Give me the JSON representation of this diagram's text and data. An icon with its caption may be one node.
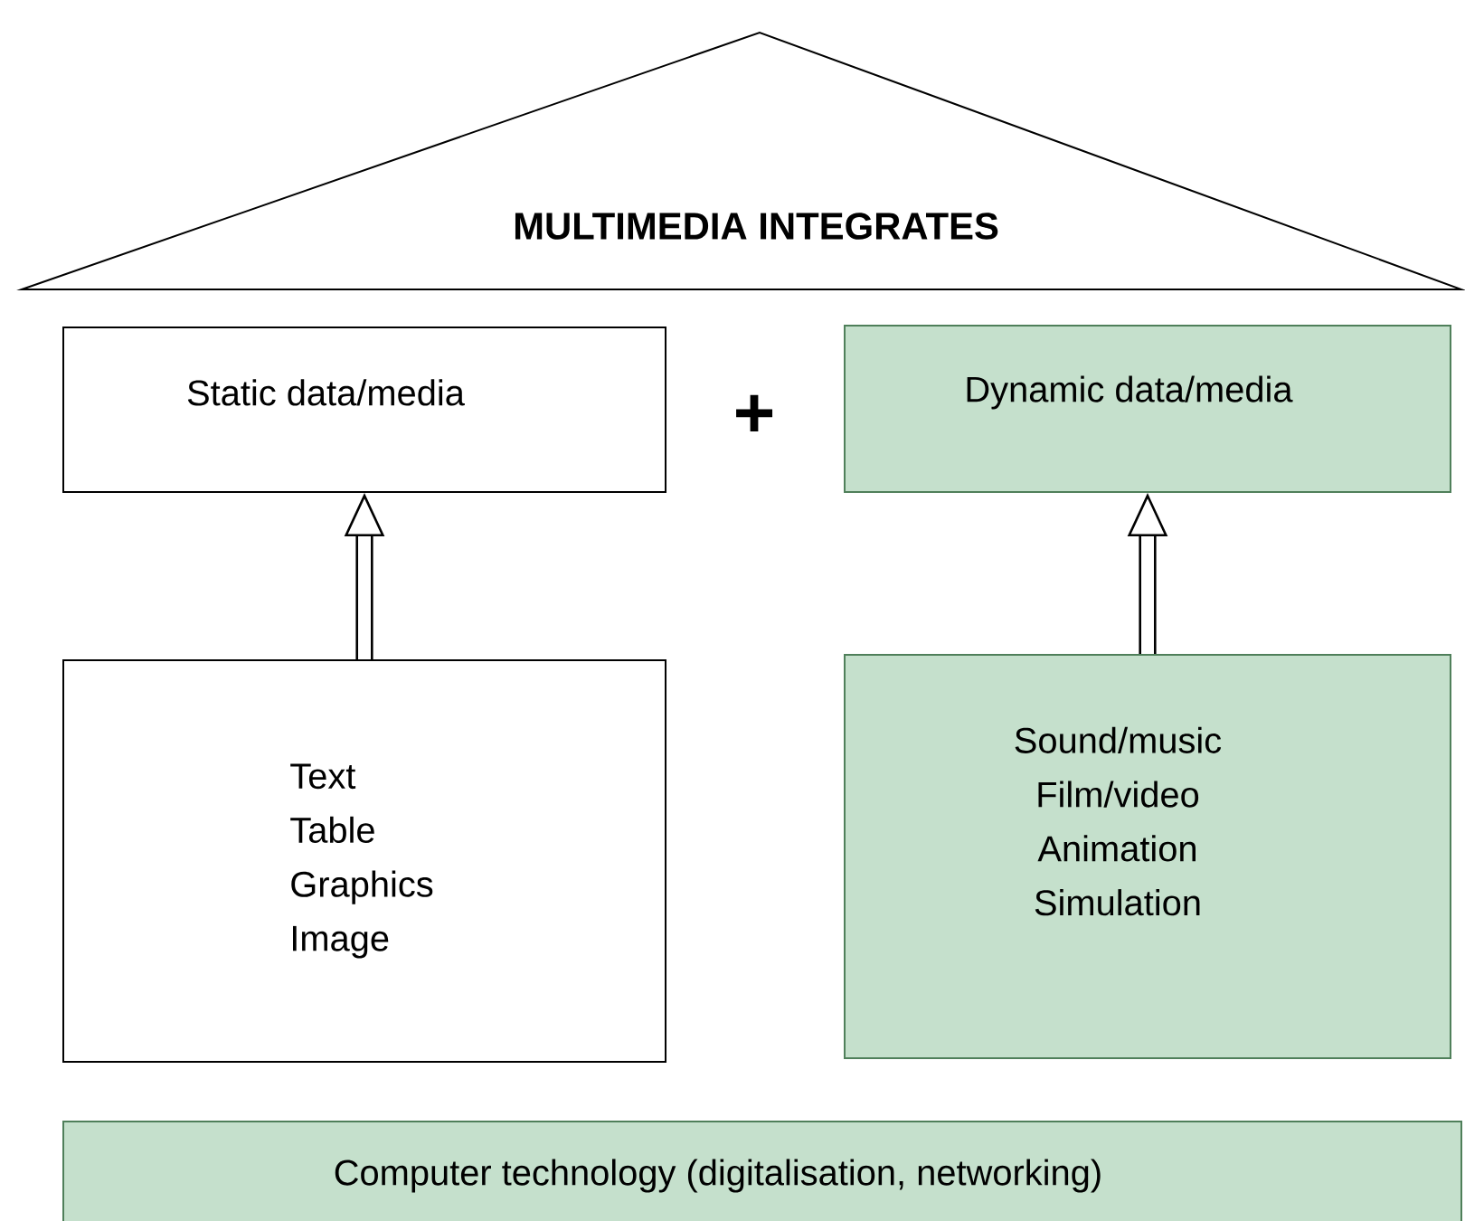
{
  "diagram": {
    "nodes": [
      {
        "text": [
          "MULTIMEDIA INTEGRATES"
        ]
      },
      {
        "text": [
          "Static data/media"
        ]
      },
      {
        "text": [
          "Dynamic data/media"
        ]
      },
      {
        "text": [
          "Text",
          "Table",
          "Graphics",
          "Image"
        ]
      },
      {
        "text": [
          "Sound/music",
          "Film/video",
          "Animation",
          "Simulation"
        ]
      },
      {
        "text": [
          "Computer technology (digitalisation, networking)"
        ]
      }
    ],
    "edges": [
      {
        "from": 3,
        "to": 1,
        "arrow": "to"
      },
      {
        "from": 4,
        "to": 2,
        "arrow": "to"
      }
    ],
    "labels": [
      "+"
    ]
  }
}
